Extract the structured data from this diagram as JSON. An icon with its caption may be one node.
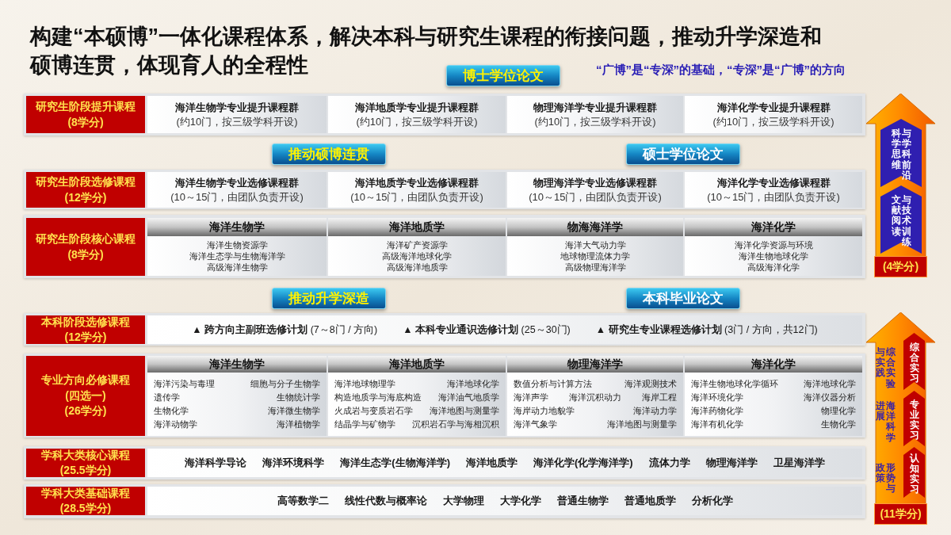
{
  "diagram": {
    "title": "构建“本硕博”一体化课程体系，解决本科与研究生课程的衔接问题，推动升学深造和硕博连贯，体现育人的全程性",
    "nodes": [
      {
        "text": [
          "博士学位论文"
        ]
      },
      {
        "text": [
          "研究生阶段提升课程",
          "(8学分)"
        ]
      },
      {
        "text": [
          "海洋生物学专业提升课程群",
          "(约10门，按三级学科开设)"
        ]
      },
      {
        "text": [
          "海洋地质学专业提升课程群",
          "(约10门，按三级学科开设)"
        ]
      },
      {
        "text": [
          "物理海洋学专业提升课程群",
          "(约10门，按三级学科开设)"
        ]
      },
      {
        "text": [
          "海洋化学专业提升课程群",
          "(约10门，按三级学科开设)"
        ]
      },
      {
        "text": [
          "推动硕博连贯"
        ]
      },
      {
        "text": [
          "硕士学位论文"
        ]
      },
      {
        "text": [
          "研究生阶段选修课程",
          "(12学分)"
        ]
      },
      {
        "text": [
          "海洋生物学专业选修课程群",
          "(10～15门，由团队负责开设)"
        ]
      },
      {
        "text": [
          "海洋地质学专业选修课程群",
          "(10～15门，由团队负责开设)"
        ]
      },
      {
        "text": [
          "物理海洋学专业选修课程群",
          "(10～15门，由团队负责开设)"
        ]
      },
      {
        "text": [
          "海洋化学专业选修课程群",
          "(10～15门，由团队负责开设)"
        ]
      },
      {
        "text": [
          "研究生阶段核心课程",
          "(8学分)"
        ]
      },
      {
        "text": [
          "海洋生物学",
          "海洋生物资源学",
          "海洋生态学与生物海洋学",
          "高级海洋生物学"
        ]
      },
      {
        "text": [
          "海洋地质学",
          "海洋矿产资源学",
          "高级海洋地球化学",
          "高级海洋地质学"
        ]
      },
      {
        "text": [
          "物海海洋学",
          "海洋大气动力学",
          "地球物理流体力学",
          "高级物理海洋学"
        ]
      },
      {
        "text": [
          "海洋化学",
          "海洋化学资源与环境",
          "海洋生物地球化学",
          "高级海洋化学"
        ]
      },
      {
        "text": [
          "推动升学深造"
        ]
      },
      {
        "text": [
          "本科毕业论文"
        ]
      },
      {
        "text": [
          "本科阶段选修课程",
          "(12学分)"
        ]
      },
      {
        "text": [
          "▲ **跨方向主副班选修计划** (7～8门 / 方向)",
          "▲ **本科专业通识选修计划** (25～30门)",
          "▲ **研究生专业课程选修计划** (3门 / 方向，共12门)"
        ]
      },
      {
        "text": [
          "专业方向必修课程",
          "(四选一)",
          "(26学分)"
        ]
      },
      {
        "text": [
          "海洋生物学",
          "海洋污染与毒理",
          "细胞与分子生物学",
          "遗传学",
          "生物统计学",
          "生物化学",
          "海洋微生物学",
          "海洋动物学",
          "海洋植物学"
        ]
      },
      {
        "text": [
          "海洋地质学",
          "海洋地球物理学",
          "海洋地球化学",
          "构造地质学与海底构造",
          "海洋油气地质学",
          "火成岩与变质岩石学",
          "海洋地图与测量学",
          "结晶学与矿物学",
          "沉积岩石学与海相沉积"
        ]
      },
      {
        "text": [
          "物理海洋学",
          "数值分析与计算方法",
          "海洋观测技术",
          "海洋声学",
          "海洋沉积动力",
          "海岸工程",
          "海岸动力地貌学",
          "海洋动力学",
          "海洋气象学",
          "海洋地图与测量学"
        ]
      },
      {
        "text": [
          "海洋化学",
          "海洋生物地球化学循环",
          "海洋地球化学",
          "海洋环境化学",
          "海洋仪器分析",
          "海洋药物化学",
          "物理化学",
          "海洋有机化学",
          "生物化学"
        ]
      },
      {
        "text": [
          "学科大类核心课程",
          "(25.5学分)"
        ]
      },
      {
        "text": [
          "海洋科学导论",
          "海洋环境科学",
          "海洋生态学(生物海洋学)",
          "海洋地质学",
          "海洋化学(化学海洋学)",
          "流体力学",
          "物理海洋学",
          "卫星海洋学"
        ]
      },
      {
        "text": [
          "学科大类基础课程",
          "(28.5学分)"
        ]
      },
      {
        "text": [
          "高等数学二",
          "线性代数与概率论",
          "大学物理",
          "大学化学",
          "普通生物学",
          "普通地质学",
          "分析化学"
        ]
      },
      {
        "text": [
          "(4学分)"
        ]
      },
      {
        "text": [
          "科学思维与学科前沿"
        ],
        "in": 31
      },
      {
        "text": [
          "文献阅读与技术训练"
        ],
        "in": 31
      },
      {
        "text": [
          "综合实验与实践",
          "海洋科学进展",
          "形势与政策",
          "(11学分)"
        ]
      },
      {
        "text": [
          "综合实习"
        ],
        "in": 34
      },
      {
        "text": [
          "专业实习"
        ],
        "in": 34
      },
      {
        "text": [
          "认知实习"
        ],
        "in": 34
      }
    ],
    "labels": [
      "“广博”是“专深”的基础，“专深”是“广博”的方向"
    ]
  }
}
